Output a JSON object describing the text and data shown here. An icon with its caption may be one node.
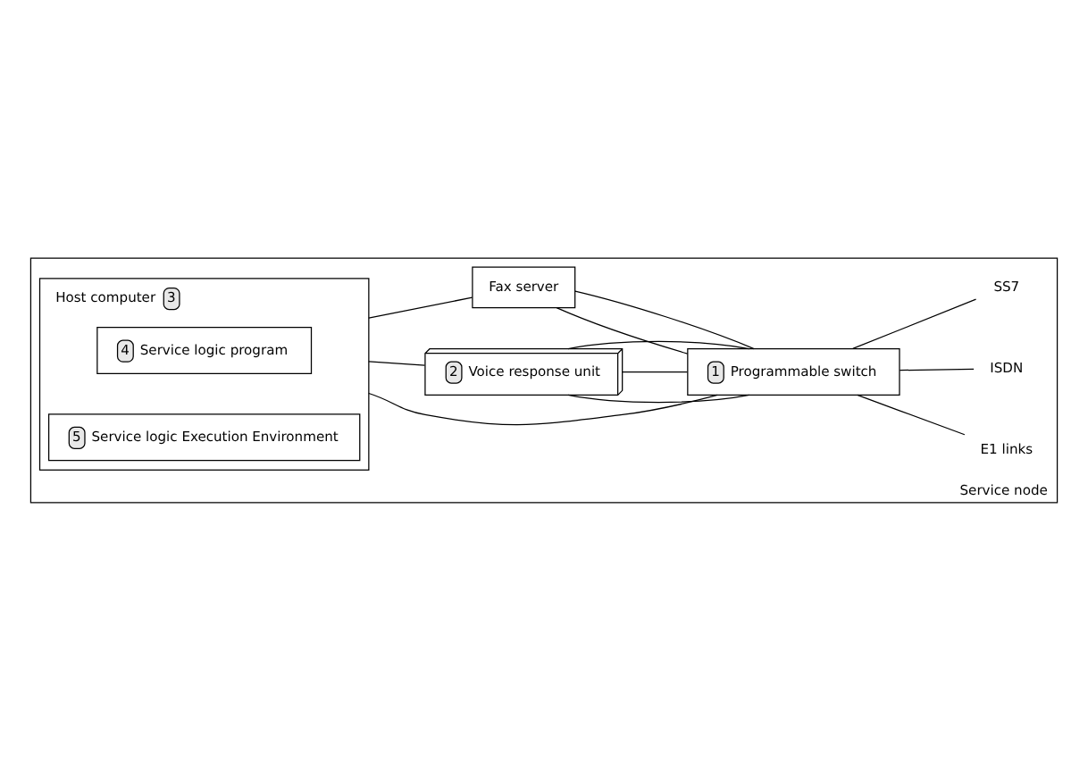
{
  "diagram": {
    "nodes": [
      {
        "text": [
          "Service node"
        ]
      },
      {
        "text": [
          "1",
          "Programmable switch"
        ],
        "in": 0
      },
      {
        "text": [
          "2",
          "Voice response unit"
        ],
        "in": 0
      },
      {
        "text": [
          "Fax server"
        ],
        "in": 0
      },
      {
        "text": [
          "Host computer",
          "3"
        ],
        "in": 0
      },
      {
        "text": [
          "4",
          "Service logic program"
        ],
        "in": 4
      },
      {
        "text": [
          "5",
          "Service logic Execution Environment"
        ],
        "in": 4
      },
      {
        "text": [
          "E1 links"
        ],
        "in": 0
      },
      {
        "text": [
          "ISDN"
        ],
        "in": 0
      },
      {
        "text": [
          "SS7"
        ],
        "in": 0
      }
    ],
    "edges": [
      {
        "from": 2,
        "to": 1,
        "arrow": "none"
      },
      {
        "from": 2,
        "to": 1,
        "arrow": "none"
      },
      {
        "from": 2,
        "to": 1,
        "arrow": "none"
      },
      {
        "from": 3,
        "to": 1,
        "arrow": "none"
      },
      {
        "from": 3,
        "to": 1,
        "arrow": "none"
      },
      {
        "from": 4,
        "to": 2,
        "arrow": "none"
      },
      {
        "from": 4,
        "to": 3,
        "arrow": "none"
      },
      {
        "from": 1,
        "to": 4,
        "arrow": "none"
      },
      {
        "from": 1,
        "to": 7,
        "arrow": "none"
      },
      {
        "from": 1,
        "to": 8,
        "arrow": "none"
      },
      {
        "from": 1,
        "to": 9,
        "arrow": "none"
      }
    ]
  }
}
